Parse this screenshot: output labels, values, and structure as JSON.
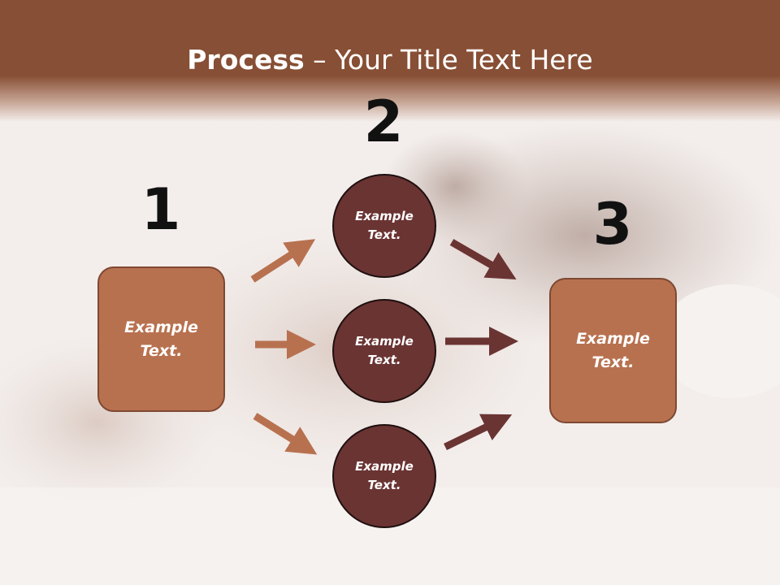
{
  "title": {
    "bold": "Process",
    "rest": " – Your Title Text Here"
  },
  "steps": {
    "one": "1",
    "two": "2",
    "three": "3"
  },
  "left_box": "Example\nText.",
  "right_box": "Example\nText.",
  "circles": [
    "Example\nText.",
    "Example\nText.",
    "Example\nText."
  ],
  "colors": {
    "header": "#874f35",
    "box": "#b8714f",
    "circle": "#6a3433",
    "arrow_light": "#b8714f",
    "arrow_dark": "#6a3433"
  }
}
